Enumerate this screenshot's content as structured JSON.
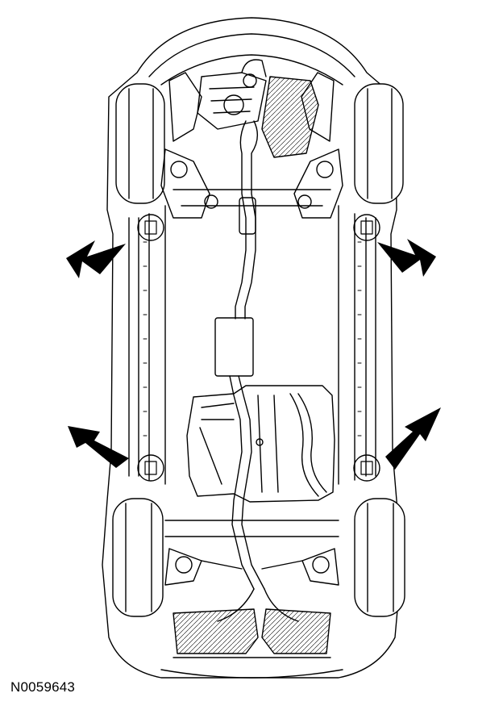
{
  "figure": {
    "reference_code": "N0059643",
    "description_view": "underbody",
    "callouts": [
      {
        "id": "front-left-lift-point",
        "icon": "arrow-icon"
      },
      {
        "id": "front-right-lift-point",
        "icon": "arrow-icon"
      },
      {
        "id": "rear-left-lift-point",
        "icon": "arrow-icon"
      },
      {
        "id": "rear-right-lift-point",
        "icon": "arrow-icon"
      }
    ],
    "colors": {
      "line": "#000000",
      "background": "#ffffff"
    }
  }
}
